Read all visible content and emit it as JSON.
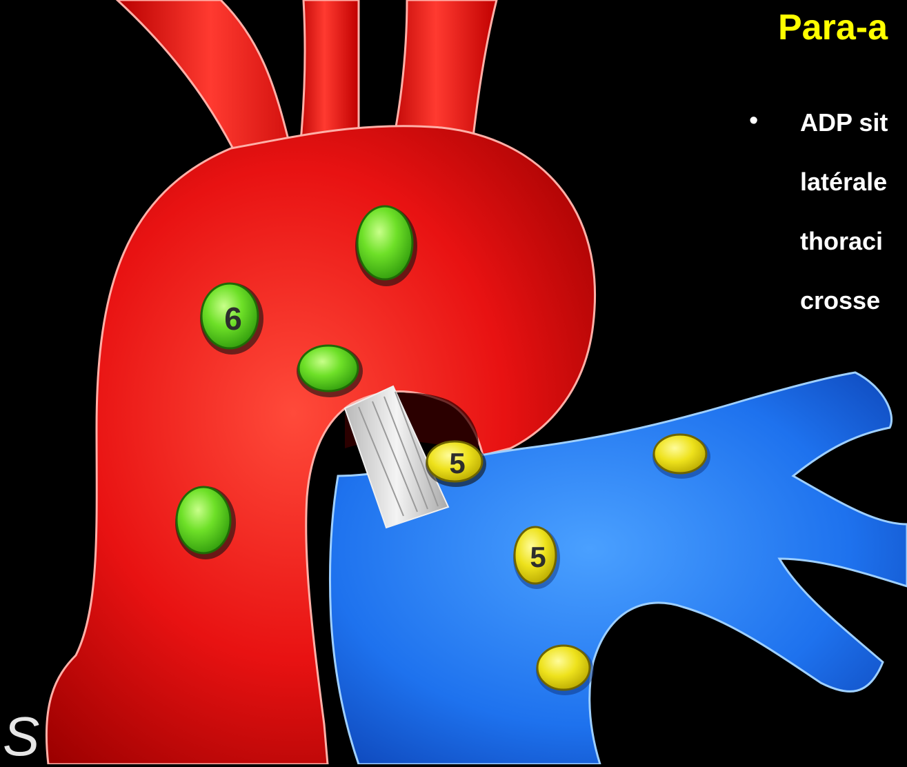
{
  "slide": {
    "title": "Para-a",
    "bullet_lines": [
      "ADP sit",
      "latérale",
      "thoraci",
      "crosse"
    ],
    "corner_mark": "S"
  },
  "diagram": {
    "aorta_color": "#e01010",
    "pulmonary_color": "#1f78f0",
    "green_node_color": "#63d61e",
    "yellow_node_color": "#e8e020",
    "ligament_color": "#dcdcdc",
    "node_labels": {
      "station_6": "6",
      "station_5_a": "5",
      "station_5_b": "5"
    }
  }
}
